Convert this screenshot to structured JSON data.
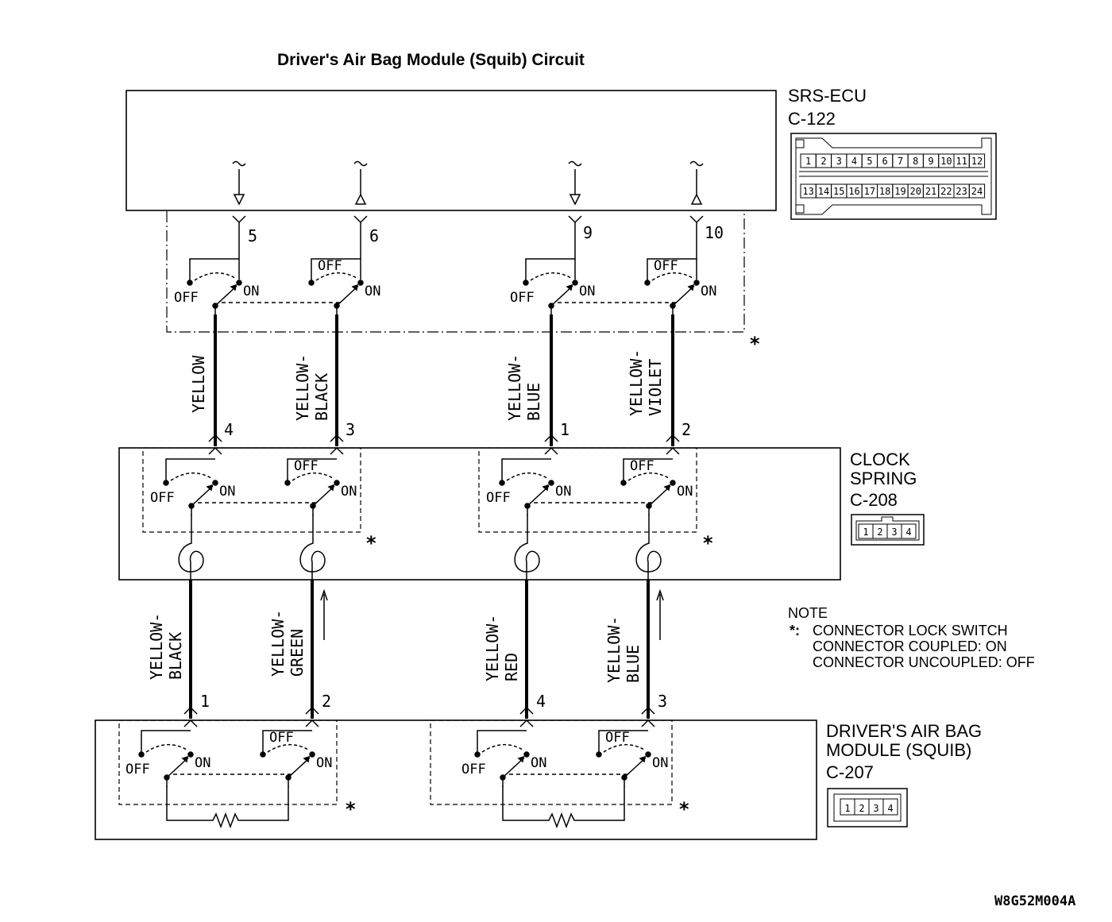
{
  "title": "Driver's Air Bag Module (Squib) Circuit",
  "srs_ecu": {
    "name": "SRS-ECU",
    "connector": "C-122",
    "pins_top": [
      "1",
      "2",
      "3",
      "4",
      "5",
      "6",
      "7",
      "8",
      "9",
      "10",
      "11",
      "12"
    ],
    "pins_bottom": [
      "13",
      "14",
      "15",
      "16",
      "17",
      "18",
      "19",
      "20",
      "21",
      "22",
      "23",
      "24"
    ],
    "terminals": [
      "5",
      "6",
      "9",
      "10"
    ]
  },
  "switch_labels": {
    "off": "OFF",
    "on": "ON"
  },
  "star": "*",
  "upper_wires": [
    "YELLOW",
    "YELLOW-\nBLACK",
    "YELLOW-\nBLUE",
    "YELLOW-\nVIOLET"
  ],
  "clock_spring": {
    "name_line1": "CLOCK",
    "name_line2": "SPRING",
    "connector": "C-208",
    "pins": [
      "1",
      "2",
      "3",
      "4"
    ],
    "terminals": [
      "4",
      "3",
      "1",
      "2"
    ]
  },
  "lower_wires": [
    "YELLOW-\nBLACK",
    "YELLOW-\nGREEN",
    "YELLOW-\nRED",
    "YELLOW-\nBLUE"
  ],
  "note": {
    "heading": "NOTE",
    "star_marker": "*:",
    "lines": [
      "CONNECTOR LOCK SWITCH",
      "CONNECTOR COUPLED: ON",
      "CONNECTOR UNCOUPLED: OFF"
    ]
  },
  "airbag_module": {
    "name_line1": "DRIVER'S AIR BAG",
    "name_line2": "MODULE (SQUIB)",
    "connector": "C-207",
    "pins": [
      "1",
      "2",
      "3",
      "4"
    ],
    "terminals": [
      "1",
      "2",
      "4",
      "3"
    ]
  },
  "figure_code": "W8G52M004A"
}
